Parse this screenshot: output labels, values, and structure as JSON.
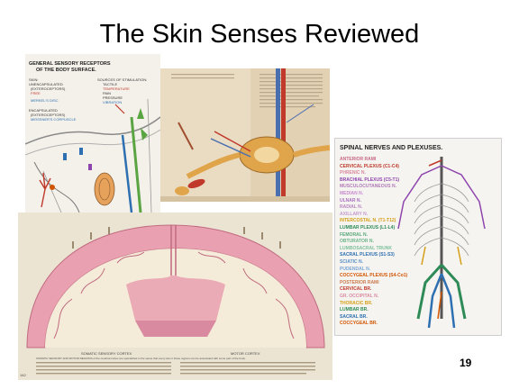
{
  "slide": {
    "title": "The Skin Senses Reviewed",
    "page_number": "19"
  },
  "panel_receptors": {
    "heading_line1": "GENERAL SENSORY RECEPTORS",
    "heading_line2": "OF THE BODY SURFACE.",
    "left_labels": [
      "SKIN:",
      "UNENCAPSULATED",
      "(EXTEROCEPTORS)",
      "FREE",
      "MERKEL'S DISC",
      "ENCAPSULATED",
      "(EXTEROCEPTORS)",
      "MEISSNER'S CORPUSCLE"
    ],
    "right_labels": [
      "SOURCES OF STIMULATION:",
      "TACTILE",
      "TEMPERATURE",
      "PAIN",
      "PRESSURE",
      "VIBRATION"
    ]
  },
  "panel_spinal_nerves": {
    "heading": "SPINAL NERVES AND PLEXUSES.",
    "labels": [
      {
        "text": "ANTERIOR RAMI",
        "color": "#c86a8a"
      },
      {
        "text": "CERVICAL PLEXUS (C1-C4)",
        "color": "#c0392b"
      },
      {
        "text": "PHRENIC N.",
        "color": "#d98aa0"
      },
      {
        "text": "BRACHIAL PLEXUS (C5-T1)",
        "color": "#8e44ad"
      },
      {
        "text": "MUSCULOCUTANEOUS N.",
        "color": "#b07ab8"
      },
      {
        "text": "MEDIAN N.",
        "color": "#c78bd0"
      },
      {
        "text": "ULNAR N.",
        "color": "#a96fc0"
      },
      {
        "text": "RADIAL N.",
        "color": "#b985c5"
      },
      {
        "text": "AXILLARY N.",
        "color": "#c49ad0"
      },
      {
        "text": "INTERCOSTAL N. (T1-T12)",
        "color": "#d4a017"
      },
      {
        "text": "LUMBAR PLEXUS (L1-L4)",
        "color": "#2e8b57"
      },
      {
        "text": "FEMORAL N.",
        "color": "#58a87a"
      },
      {
        "text": "OBTURATOR N.",
        "color": "#6ab48a"
      },
      {
        "text": "LUMBOSACRAL TRUNK",
        "color": "#7cc09a"
      },
      {
        "text": "SACRAL PLEXUS (S1-S3)",
        "color": "#2d6fb0"
      },
      {
        "text": "SCIATIC N.",
        "color": "#5a8fc8"
      },
      {
        "text": "PUDENDAL N.",
        "color": "#7aa5d4"
      },
      {
        "text": "COCCYGEAL PLEXUS (S4-Co1)",
        "color": "#d35400"
      },
      {
        "text": "POSTERIOR RAMI",
        "color": "#c97a50"
      },
      {
        "text": "CERVICAL BR.",
        "color": "#c0392b"
      },
      {
        "text": "GR. OCCIPITAL N.",
        "color": "#d98aa0"
      },
      {
        "text": "THORACIC BR.",
        "color": "#d4a017"
      },
      {
        "text": "LUMBAR BR.",
        "color": "#2e8b57"
      },
      {
        "text": "SACRAL BR.",
        "color": "#2d6fb0"
      },
      {
        "text": "COCCYGEAL BR.",
        "color": "#d35400"
      }
    ]
  },
  "panel_cortex": {
    "left_caption": "SOMATIC SENSORY CORTEX",
    "right_caption": "MOTOR CORTEX",
    "body_text": "SOMATIC SENSORY AND MOTOR REGIONS of the cerebral cortex are specialized in the sense that every site in these regions can be associated with some part of the body.",
    "page_marker": "142"
  }
}
